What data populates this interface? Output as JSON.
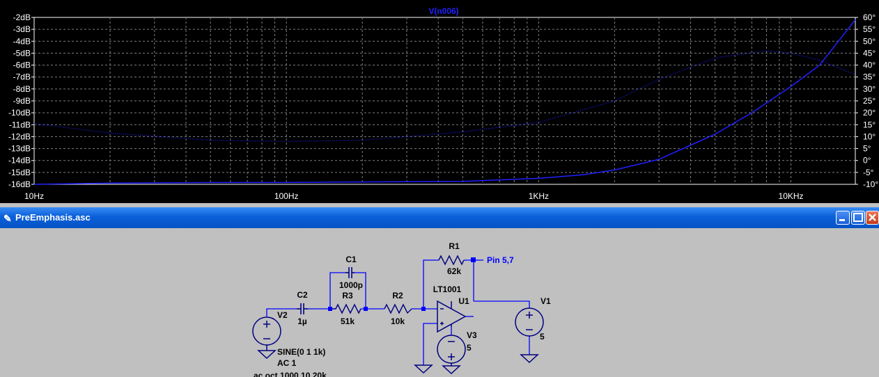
{
  "plot": {
    "trace_label": "V(n006)",
    "left_axis": [
      "-2dB",
      "-3dB",
      "-4dB",
      "-5dB",
      "-6dB",
      "-7dB",
      "-8dB",
      "-9dB",
      "-10dB",
      "-11dB",
      "-12dB",
      "-13dB",
      "-14dB",
      "-15dB",
      "-16dB"
    ],
    "right_axis": [
      "60°",
      "55°",
      "50°",
      "45°",
      "40°",
      "35°",
      "30°",
      "25°",
      "20°",
      "15°",
      "10°",
      "5°",
      "0°",
      "-5°",
      "-10°"
    ],
    "x_axis": [
      "10Hz",
      "100Hz",
      "1KHz",
      "10KHz"
    ],
    "colors": {
      "background": "#000000",
      "grid": "#808080",
      "trace": "#2020ff",
      "axis_text": "#ffffff"
    }
  },
  "chart_data": {
    "type": "line",
    "title": "",
    "xlabel": "",
    "ylabel": "",
    "x_scale": "log",
    "xlim": [
      10,
      18000
    ],
    "ylim": [
      -16,
      -2
    ],
    "y2lim": [
      -10,
      60
    ],
    "x_ticks": [
      "10Hz",
      "100Hz",
      "1KHz",
      "10KHz"
    ],
    "series": [
      {
        "name": "V(n006)",
        "style": "solid",
        "axis": "left",
        "x": [
          10,
          20,
          50,
          100,
          200,
          500,
          1000,
          1500,
          2000,
          3000,
          5000,
          7000,
          10000,
          13000,
          18000
        ],
        "y": [
          -16.0,
          -15.9,
          -15.85,
          -15.85,
          -15.8,
          -15.75,
          -15.5,
          -15.2,
          -14.8,
          -13.9,
          -11.8,
          -10.0,
          -7.8,
          -6.0,
          -2.2
        ]
      },
      {
        "name": "V(n006) phase",
        "style": "dotted",
        "axis": "right",
        "x": [
          10,
          20,
          50,
          100,
          200,
          300,
          500,
          1000,
          2000,
          3000,
          5000,
          8000,
          10000,
          13000,
          18000
        ],
        "y": [
          15.5,
          11.5,
          8.5,
          8.0,
          8.5,
          10,
          12,
          16,
          25,
          34,
          43,
          46,
          45,
          42,
          36
        ]
      }
    ]
  },
  "window": {
    "title": "PreEmphasis.asc",
    "app_icon": "ltspice-icon",
    "minimize": "minimize-icon",
    "maximize": "maximize-icon",
    "close": "close-icon"
  },
  "schematic": {
    "colors": {
      "wire": "#0000ff",
      "component": "#000080",
      "node": "#0000ff",
      "label": "#000000",
      "netlabel": "#0000ff"
    },
    "R1": {
      "name": "R1",
      "value": "62k"
    },
    "R2": {
      "name": "R2",
      "value": "10k"
    },
    "R3": {
      "name": "R3",
      "value": "51k"
    },
    "C1": {
      "name": "C1",
      "value": "1000p"
    },
    "C2": {
      "name": "C2",
      "value": "1µ"
    },
    "U1": {
      "name": "U1",
      "model": "LT1001"
    },
    "V1": {
      "name": "V1",
      "value": "5"
    },
    "V2": {
      "name": "V2",
      "value": "SINE(0 1 1k)",
      "ac": "AC 1"
    },
    "V3": {
      "name": "V3",
      "value": "5"
    },
    "netlabel": "Pin 5,7",
    "directive": "ac oct 1000 10 20k"
  }
}
